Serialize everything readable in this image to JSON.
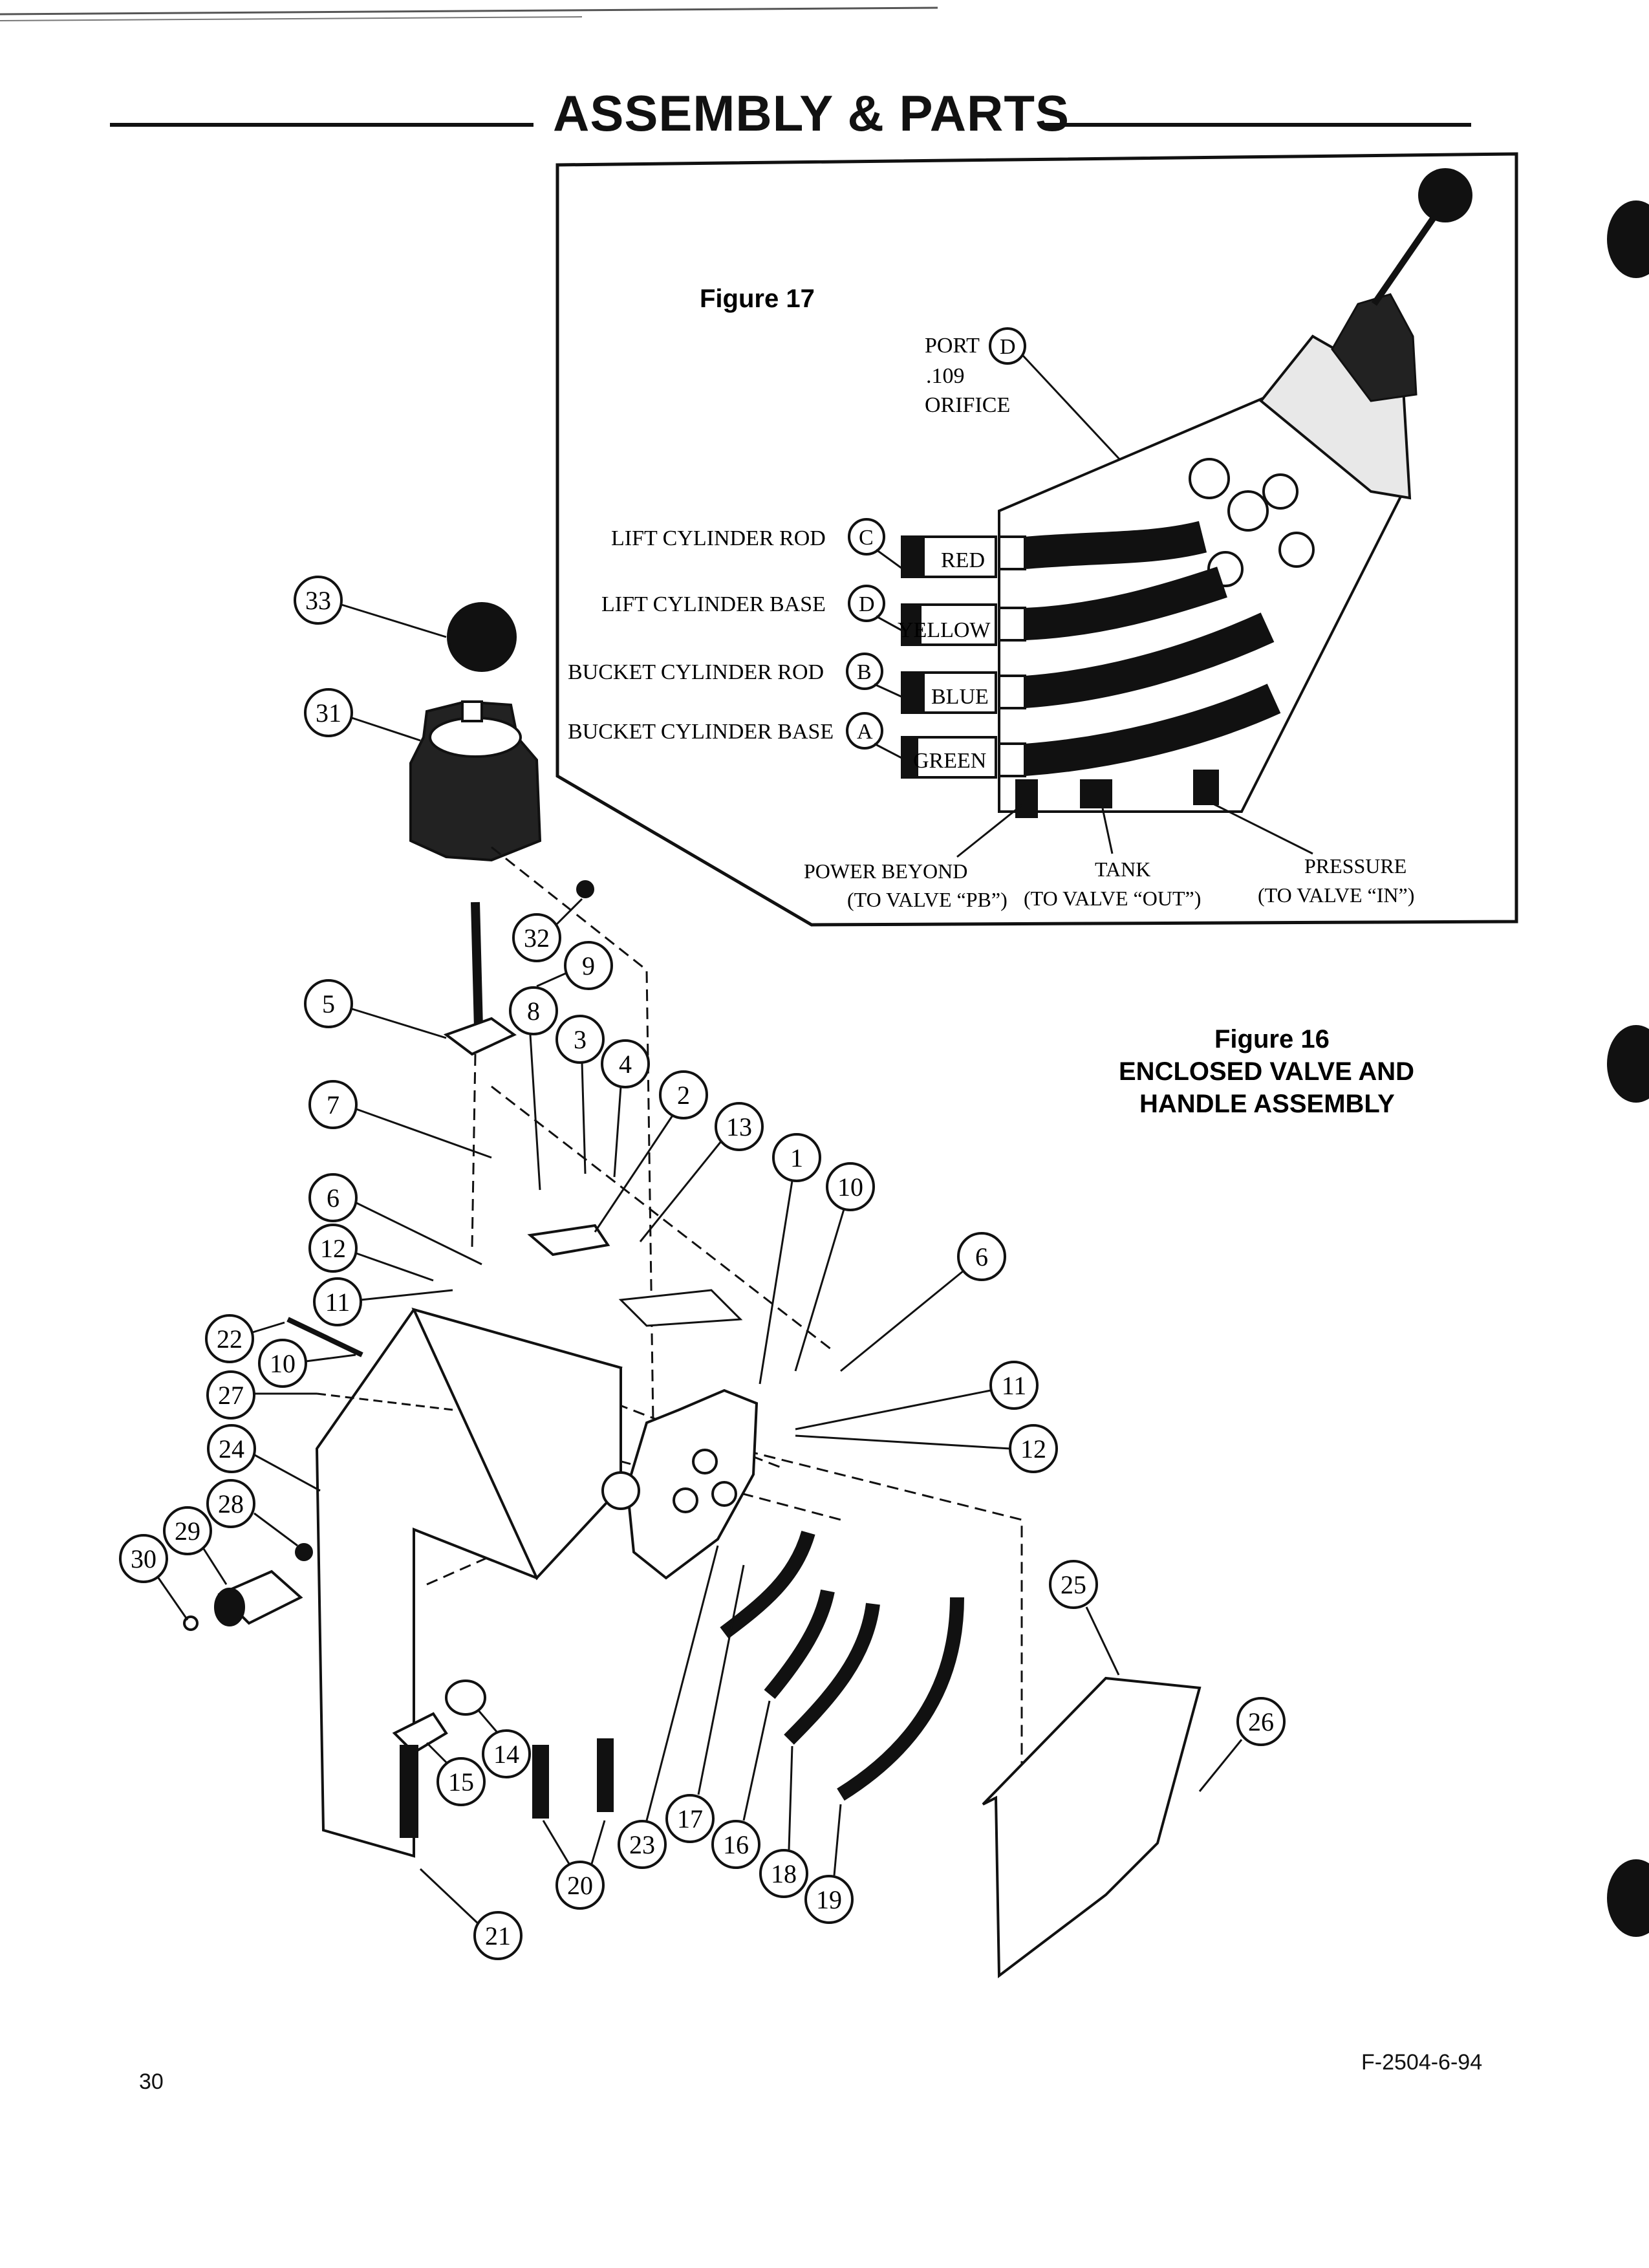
{
  "header": {
    "title": "ASSEMBLY & PARTS"
  },
  "figure17": {
    "label": "Figure 17",
    "port_d": {
      "line1": "PORT",
      "letter": "D",
      "line2": ".109",
      "line3": "ORIFICE"
    },
    "ports": [
      {
        "label": "LIFT CYLINDER ROD",
        "letter": "C",
        "color": "RED"
      },
      {
        "label": "LIFT CYLINDER BASE",
        "letter": "D",
        "color": "YELLOW"
      },
      {
        "label": "BUCKET CYLINDER ROD",
        "letter": "B",
        "color": "BLUE"
      },
      {
        "label": "BUCKET CYLINDER BASE",
        "letter": "A",
        "color": "GREEN"
      }
    ],
    "bottom_labels": [
      {
        "line1": "POWER BEYOND",
        "line2": "(TO VALVE “PB”)"
      },
      {
        "line1": "TANK",
        "line2": "(TO VALVE “OUT”)"
      },
      {
        "line1": "PRESSURE",
        "line2": "(TO VALVE “IN”)"
      }
    ]
  },
  "figure16": {
    "label": "Figure 16",
    "caption_line1": "ENCLOSED VALVE AND",
    "caption_line2": "HANDLE ASSEMBLY",
    "callouts": [
      "33",
      "31",
      "32",
      "9",
      "5",
      "8",
      "3",
      "4",
      "2",
      "7",
      "13",
      "1",
      "10",
      "6",
      "12",
      "11",
      "22",
      "10",
      "27",
      "6",
      "11",
      "12",
      "24",
      "28",
      "29",
      "30",
      "25",
      "26",
      "14",
      "15",
      "20",
      "23",
      "17",
      "16",
      "18",
      "19",
      "21"
    ]
  },
  "footer": {
    "page_number": "30",
    "form_number": "F-2504-6-94"
  }
}
